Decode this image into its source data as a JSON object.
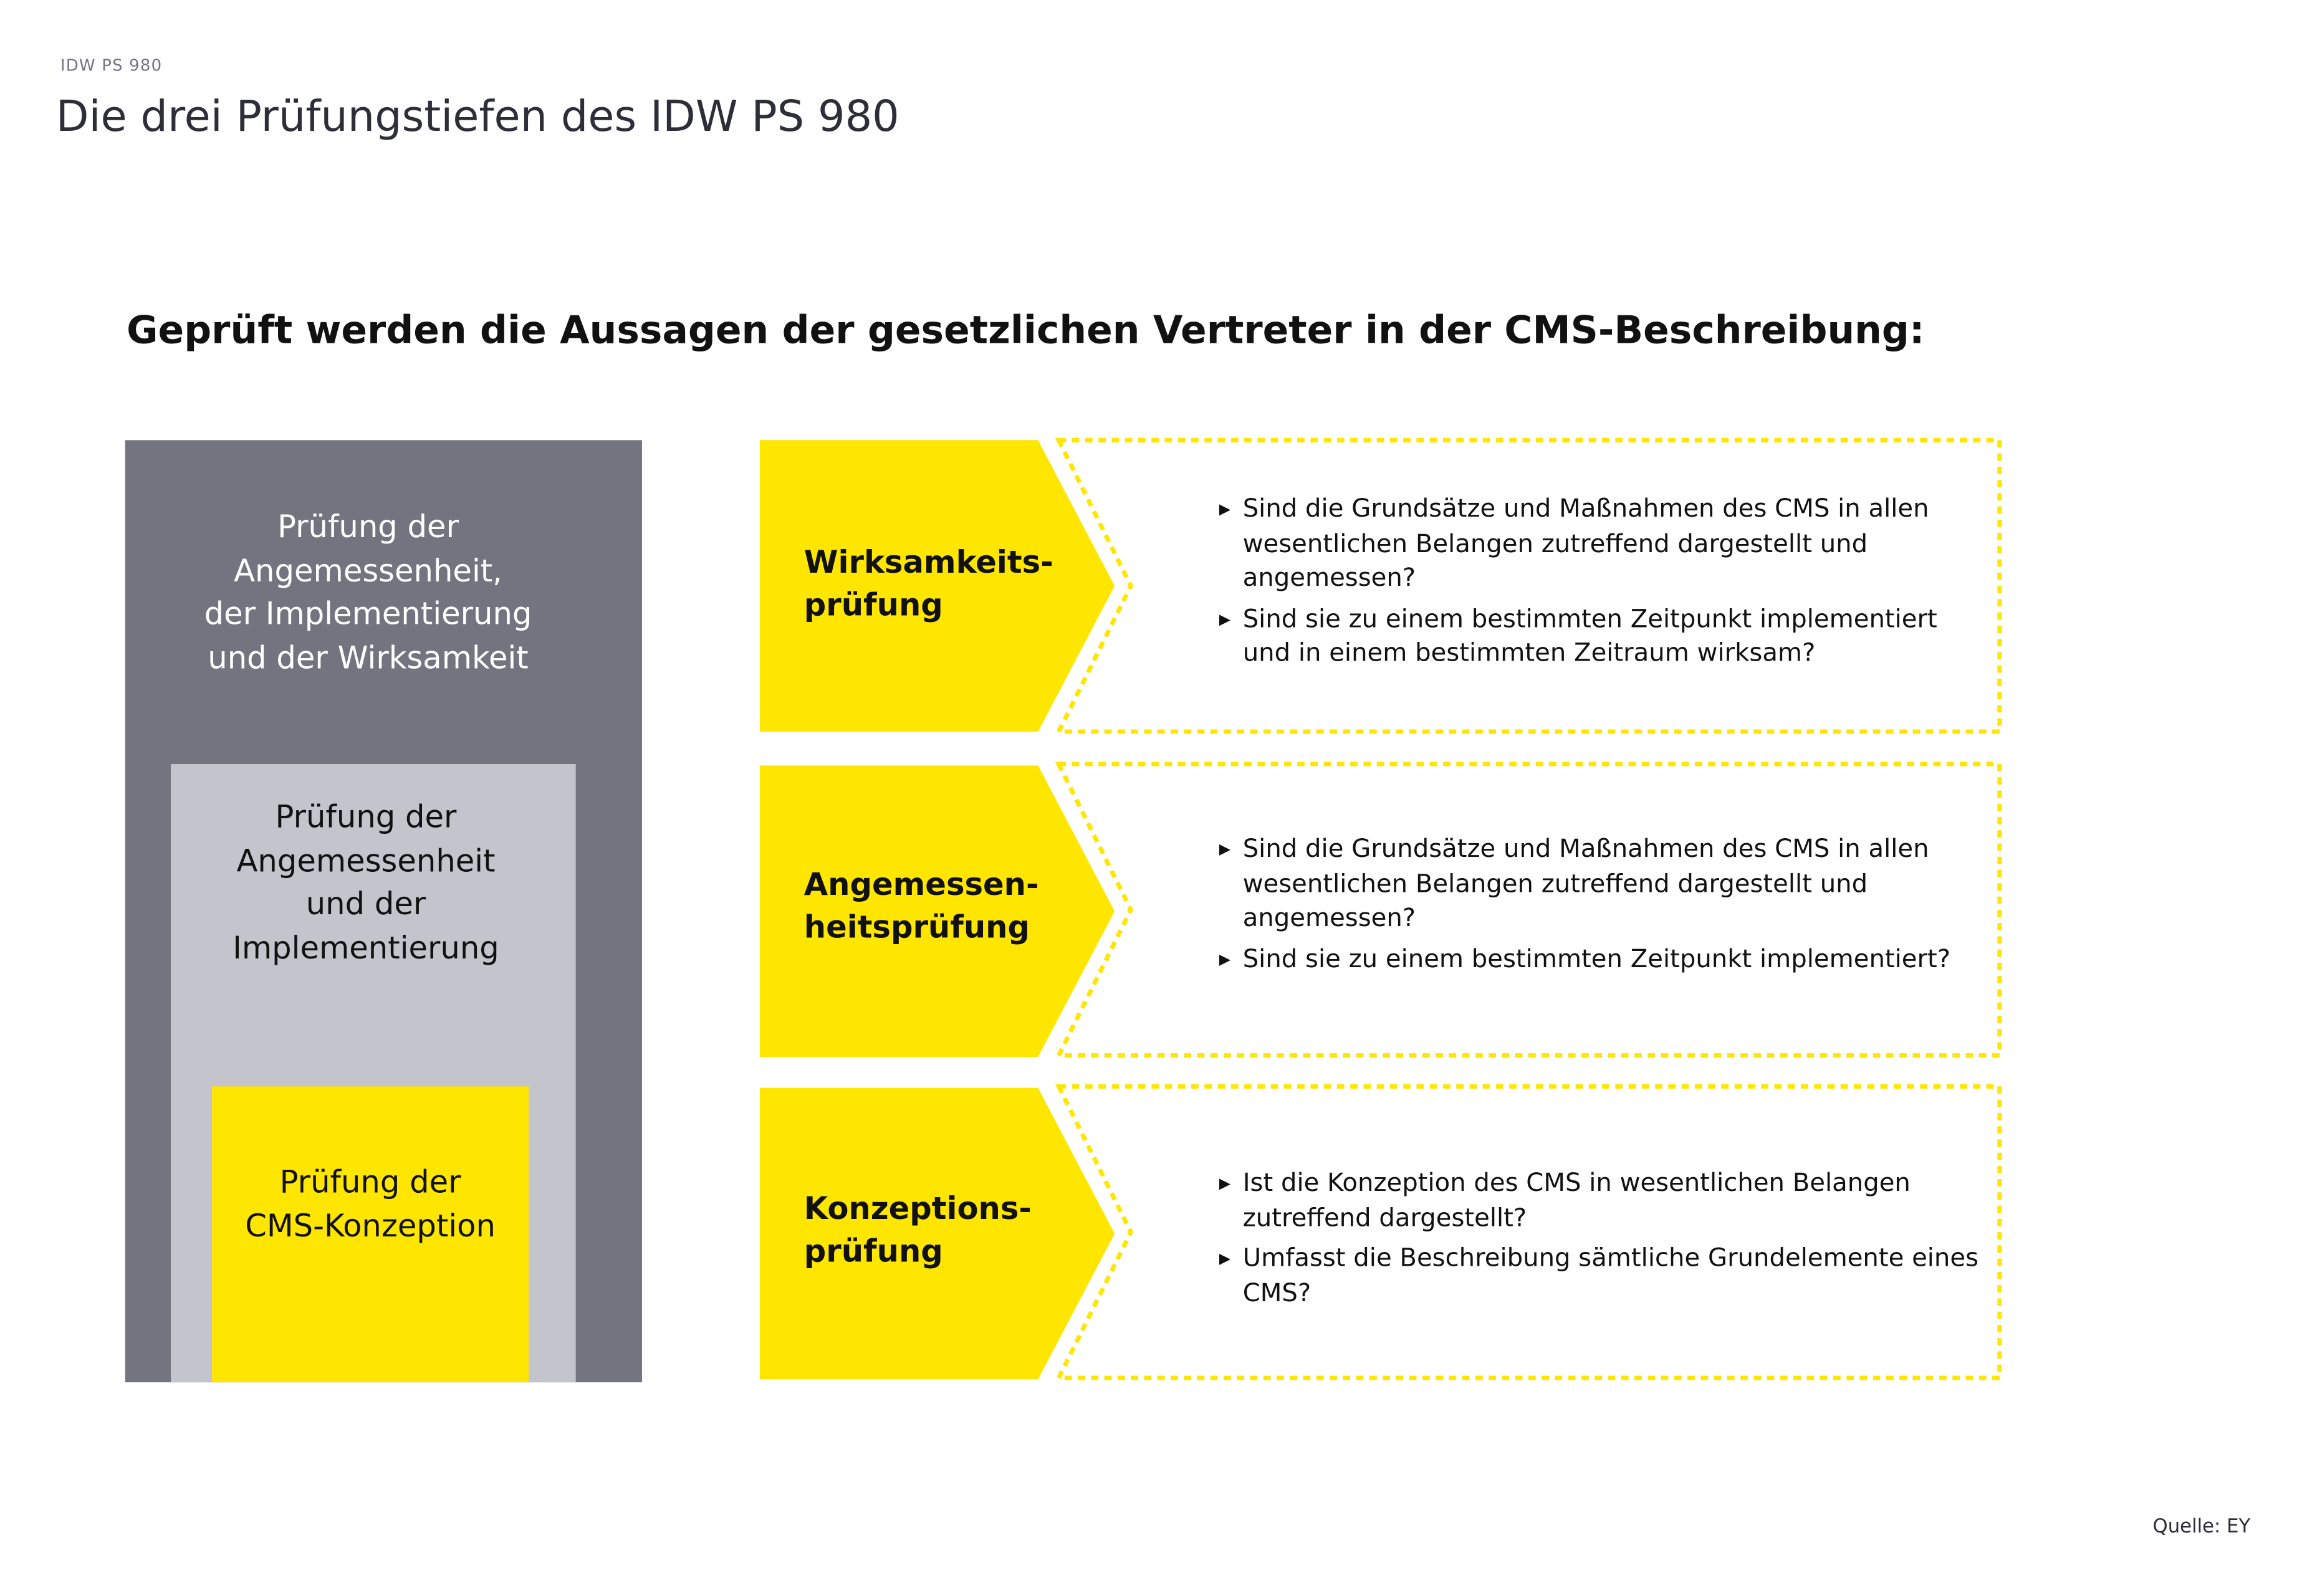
{
  "eyebrow": "IDW PS 980",
  "title": "Die drei Prüfungstiefen des IDW PS 980",
  "heading": "Geprüft werden die Aussagen der gesetzlichen Vertreter in der CMS-Beschreibung:",
  "nested": {
    "outer": "Prüfung der\nAngemessenheit,\nder Implementierung\nund der Wirksamkeit",
    "middle": "Prüfung der\nAngemessenheit\nund der\nImplementierung",
    "inner": "Prüfung der\nCMS-Konzeption"
  },
  "stages": [
    {
      "label": "Wirksamkeits-\nprüfung",
      "bullets": [
        "Sind die Grundsätze und Maßnahmen des CMS in allen wesentlichen Belangen zutreffend dargestellt und angemessen?",
        "Sind sie zu einem bestimmten Zeitpunkt implementiert und in einem bestimmten Zeitraum wirksam?"
      ]
    },
    {
      "label": "Angemessen-\nheitsprüfung",
      "bullets": [
        "Sind die Grundsätze und Maßnahmen des CMS in allen wesentlichen Belangen zutreffend dargestellt und angemessen?",
        "Sind sie zu einem bestimmten Zeitpunkt implementiert?"
      ]
    },
    {
      "label": "Konzeptions-\nprüfung",
      "bullets": [
        "Ist die Konzeption des CMS in wesentlichen Belangen zutreffend dargestellt?",
        "Umfasst die Beschreibung sämtliche Grundelemente eines CMS?"
      ]
    }
  ],
  "source": "Quelle: EY",
  "colors": {
    "yellow": "#ffe600",
    "dark_grey": "#747480",
    "light_grey": "#c4c4cd"
  }
}
